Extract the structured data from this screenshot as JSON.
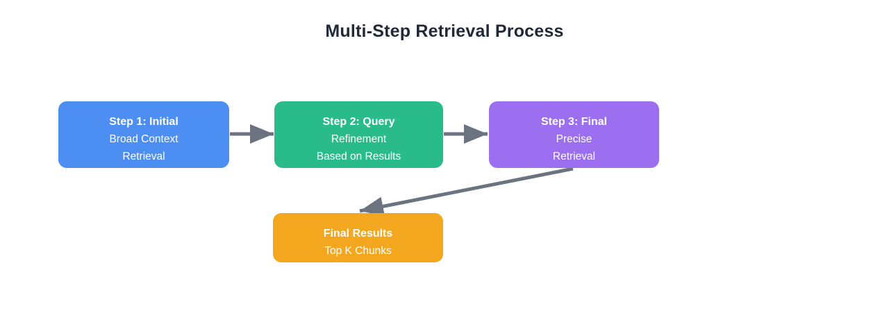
{
  "title": "Multi-Step Retrieval Process",
  "colors": {
    "background": "#ffffff",
    "title_text": "#1f2937",
    "node_text": "#ffffff",
    "arrow": "#6b7280",
    "step1": "#4d8ef3",
    "step2": "#2abb8b",
    "step3": "#9b6ff0",
    "final": "#f3a71e"
  },
  "nodes": [
    {
      "id": "step1",
      "color": "#4d8ef3",
      "lines": [
        "Step 1: Initial",
        "Broad Context",
        "Retrieval"
      ]
    },
    {
      "id": "step2",
      "color": "#2abb8b",
      "lines": [
        "Step 2: Query",
        "Refinement",
        "Based on Results"
      ]
    },
    {
      "id": "step3",
      "color": "#9b6ff0",
      "lines": [
        "Step 3: Final",
        "Precise",
        "Retrieval"
      ]
    },
    {
      "id": "final",
      "color": "#f3a71e",
      "lines": [
        "Final Results",
        "Top K Chunks"
      ]
    }
  ],
  "edges": [
    {
      "from": "step1",
      "to": "step2"
    },
    {
      "from": "step2",
      "to": "step3"
    },
    {
      "from": "step3",
      "to": "final"
    }
  ]
}
